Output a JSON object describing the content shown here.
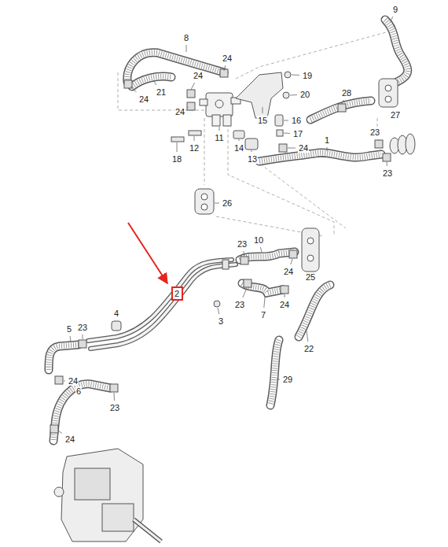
{
  "diagram": {
    "nodes": [
      {
        "text": [
          "2"
        ]
      }
    ],
    "labels": [
      "9",
      "8",
      "24",
      "24",
      "19",
      "21",
      "24",
      "20",
      "28",
      "24",
      "15",
      "16",
      "27",
      "23",
      "17",
      "11",
      "24",
      "1",
      "12",
      "14",
      "18",
      "13",
      "23",
      "26",
      "23",
      "10",
      "24",
      "25",
      "23",
      "3",
      "7",
      "24",
      "4",
      "5",
      "23",
      "22",
      "29",
      "24",
      "6",
      "23",
      "24"
    ]
  }
}
